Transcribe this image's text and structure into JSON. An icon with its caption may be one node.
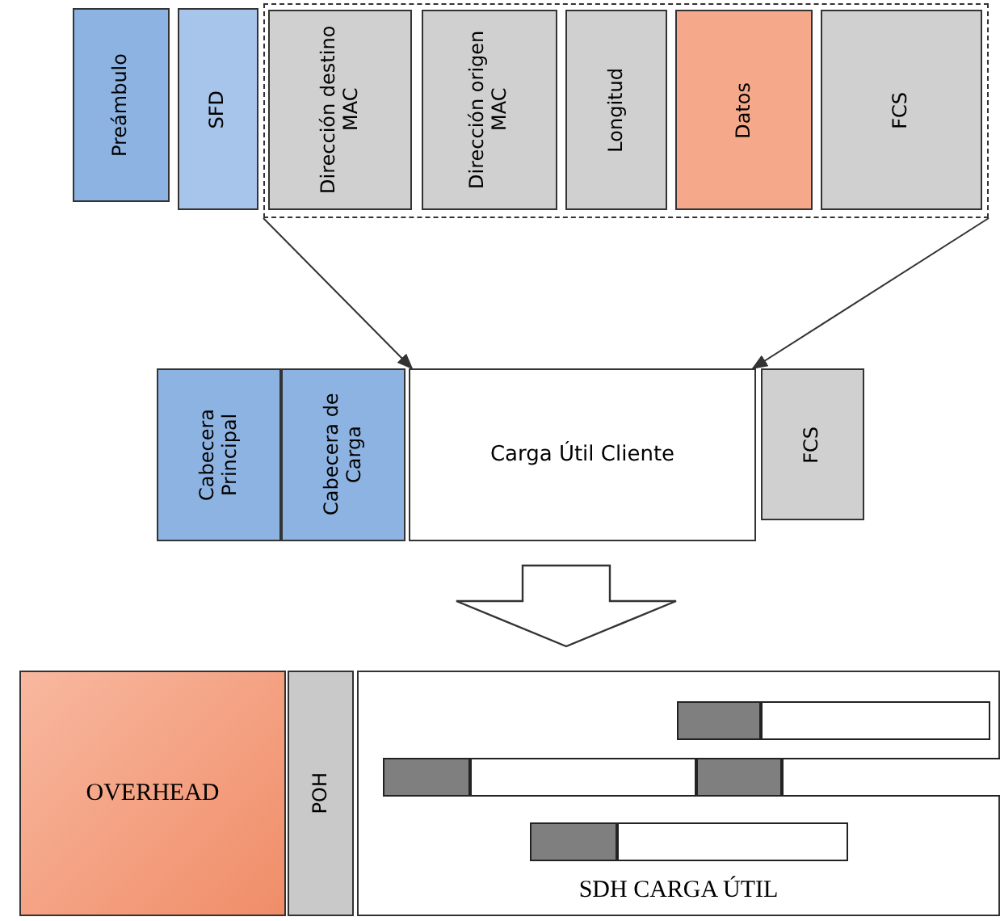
{
  "diagram": {
    "nodes": [
      {
        "text": [
          "Preámbulo"
        ]
      },
      {
        "text": [
          "SFD"
        ]
      },
      {
        "text": [],
        "shape": "box"
      },
      {
        "text": [
          "Dirección destino MAC"
        ],
        "in": 2
      },
      {
        "text": [
          "Dirección origen MAC"
        ],
        "in": 2
      },
      {
        "text": [
          "Longitud"
        ],
        "in": 2
      },
      {
        "text": [
          "Datos"
        ],
        "in": 2
      },
      {
        "text": [
          "FCS"
        ],
        "in": 2
      },
      {
        "text": [
          "Cabecera Principal"
        ]
      },
      {
        "text": [
          "Cabecera de Carga"
        ]
      },
      {
        "text": [
          "Carga Útil Cliente"
        ]
      },
      {
        "text": [
          "FCS"
        ]
      },
      {
        "text": [
          "OVERHEAD"
        ]
      },
      {
        "text": [
          "POH"
        ]
      },
      {
        "text": [
          "SDH CARGA ÚTIL"
        ]
      },
      {
        "text": [],
        "shape": "bar",
        "in": 14
      },
      {
        "text": [],
        "shape": "bar",
        "in": 14
      },
      {
        "text": [],
        "shape": "bar",
        "in": 14
      },
      {
        "text": [],
        "shape": "bar",
        "in": 14
      },
      {
        "text": [],
        "shape": "bar",
        "in": 14
      },
      {
        "text": [],
        "shape": "bar",
        "in": 14
      },
      {
        "text": [],
        "shape": "bar",
        "in": 14
      },
      {
        "text": [],
        "shape": "bar",
        "in": 14
      }
    ],
    "edges": [
      {
        "from": 2,
        "to": 10,
        "arrow": "to"
      },
      {
        "from": 2,
        "to": 10,
        "arrow": "to"
      },
      {
        "from": 10,
        "to": 14,
        "arrow": "to",
        "style": "thick"
      }
    ]
  }
}
